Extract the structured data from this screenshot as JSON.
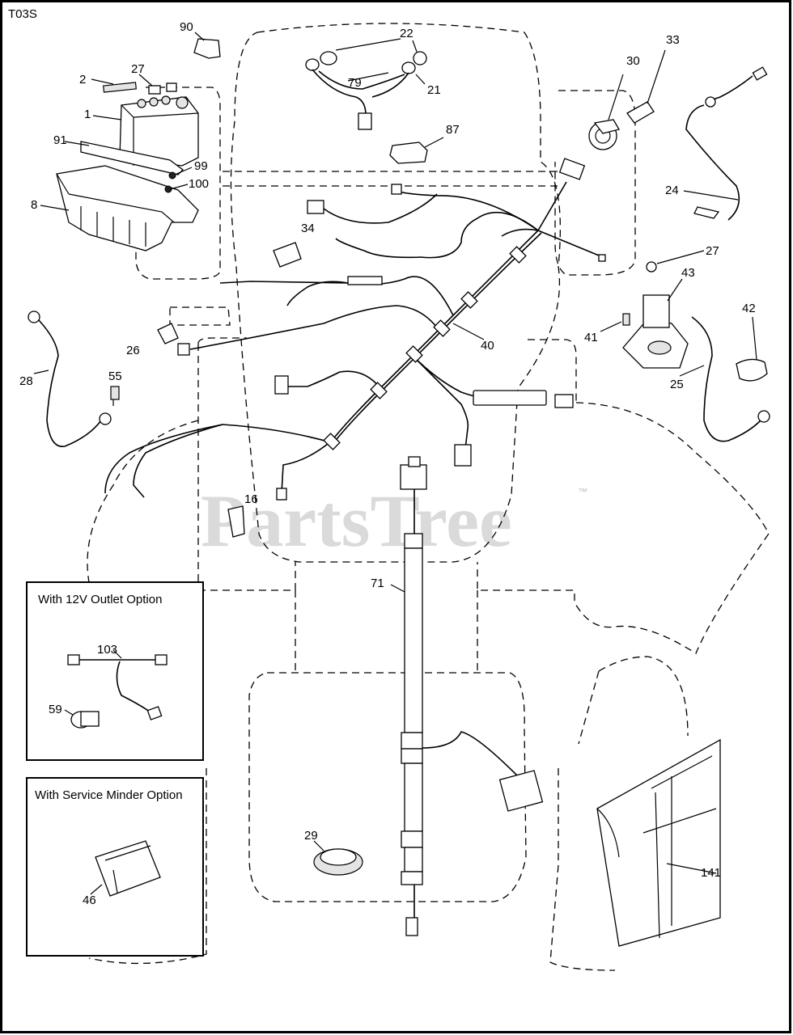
{
  "diagram_code": "T03S",
  "watermark": "PartsTree",
  "trademark": "™",
  "callouts": {
    "c1": "1",
    "c2": "2",
    "c8": "8",
    "c16": "16",
    "c21": "21",
    "c22": "22",
    "c24": "24",
    "c25": "25",
    "c26": "26",
    "c27a": "27",
    "c27b": "27",
    "c28": "28",
    "c29": "29",
    "c30": "30",
    "c33": "33",
    "c34": "34",
    "c40": "40",
    "c41": "41",
    "c42": "42",
    "c43": "43",
    "c46": "46",
    "c55": "55",
    "c59": "59",
    "c71": "71",
    "c79": "79",
    "c87": "87",
    "c90": "90",
    "c91": "91",
    "c99": "99",
    "c100": "100",
    "c103": "103",
    "c141": "141"
  },
  "option_boxes": {
    "outlet_title": "With 12V Outlet Option",
    "minder_title": "With Service Minder Option"
  }
}
